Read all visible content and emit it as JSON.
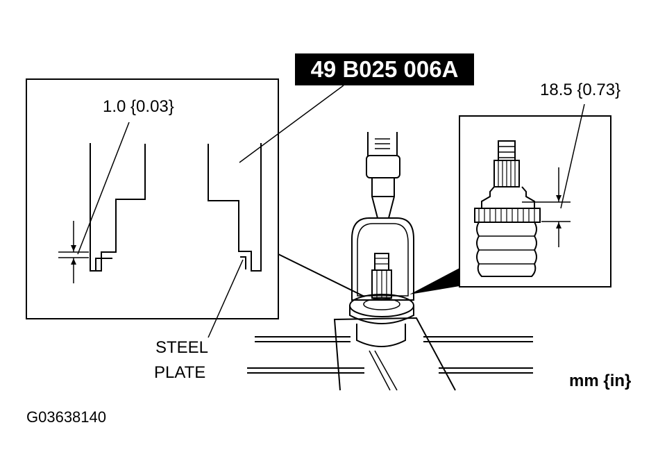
{
  "tool_number": "49 B025 006A",
  "left_detail": {
    "dimension": "1.0 {0.03}",
    "callout_line1": "STEEL",
    "callout_line2": "PLATE"
  },
  "right_detail": {
    "dimension": "18.5 {0.73}"
  },
  "units": "mm {in}",
  "figure_id": "G03638140",
  "colors": {
    "ink": "#000000",
    "paper": "#ffffff"
  }
}
